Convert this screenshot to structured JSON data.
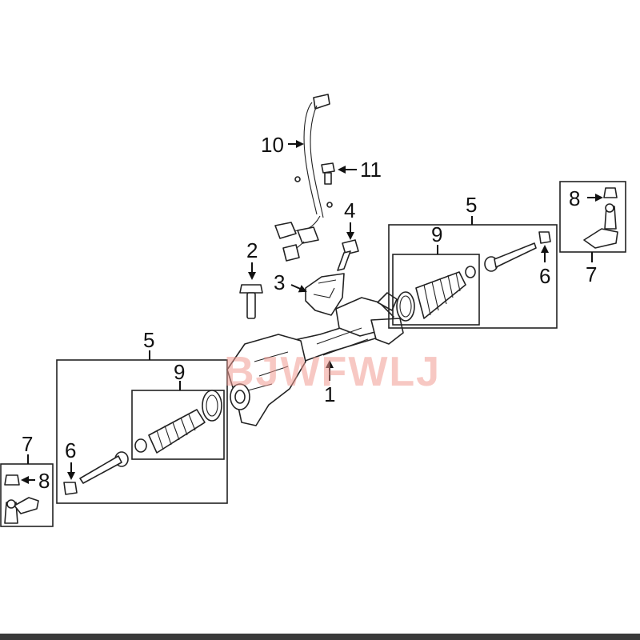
{
  "diagram": {
    "callouts": {
      "c1": "1",
      "c2": "2",
      "c3": "3",
      "c4": "4",
      "c5_right": "5",
      "c5_left": "5",
      "c6_right": "6",
      "c6_left": "6",
      "c7_right": "7",
      "c7_left": "7",
      "c8_right": "8",
      "c8_left": "8",
      "c9_right": "9",
      "c9_left": "9",
      "c10": "10",
      "c11": "11"
    },
    "watermark": "BJWFWLJ",
    "colors": {
      "line": "#111111",
      "watermark": "#f19a92",
      "bottom_strip": "#3a3a3a"
    }
  }
}
